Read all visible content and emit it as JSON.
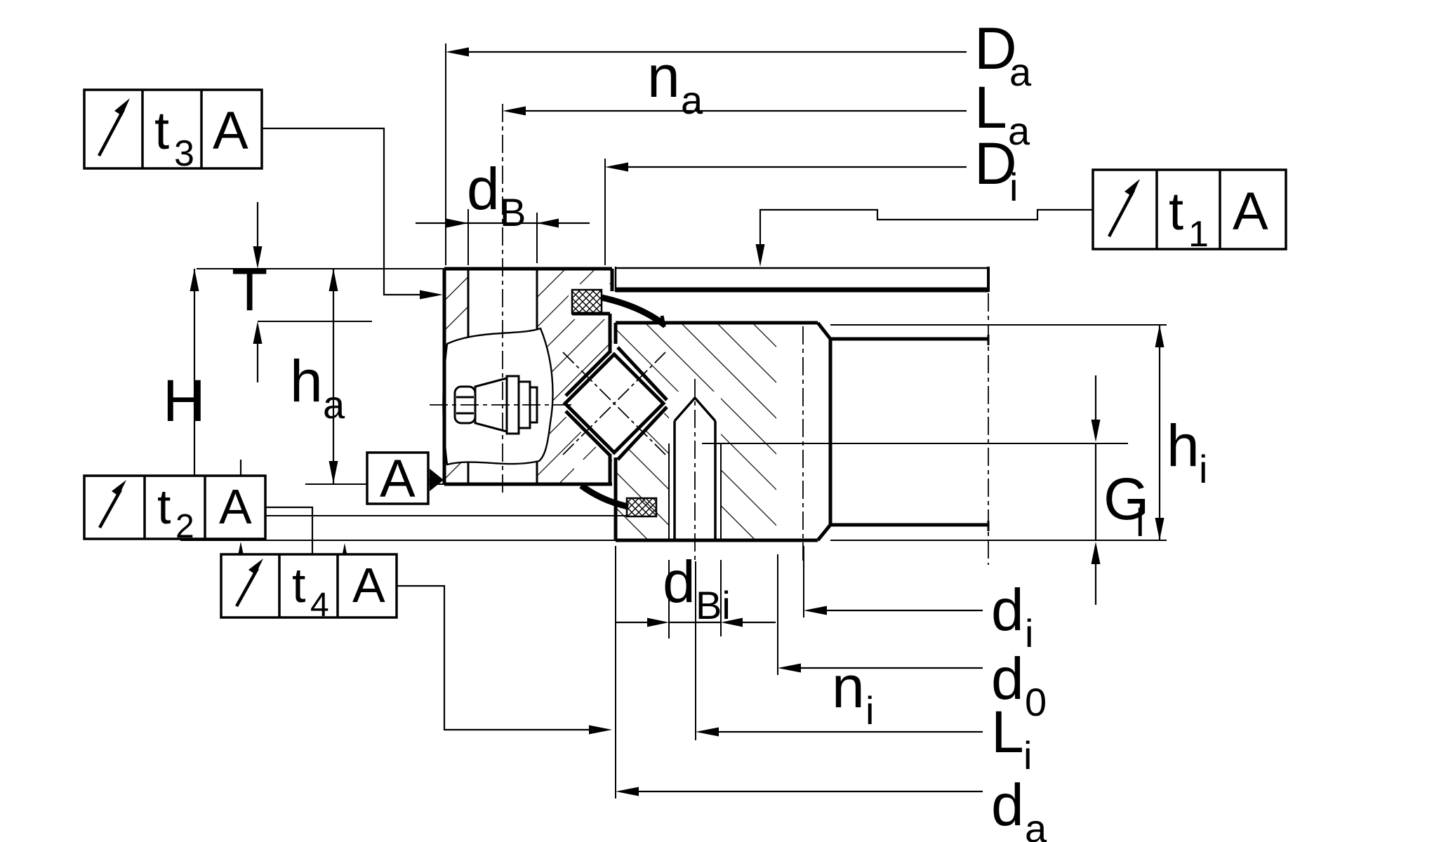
{
  "drawing": {
    "type": "bearing-cross-section",
    "ink_color": "#000000",
    "background_color": "#ffffff"
  },
  "labels": {
    "Da": {
      "main": "D",
      "sub": "a"
    },
    "na": {
      "main": "n",
      "sub": "a"
    },
    "La": {
      "main": "L",
      "sub": "a"
    },
    "Di": {
      "main": "D",
      "sub": "i"
    },
    "dB": {
      "main": "d",
      "sub": "B"
    },
    "T": {
      "main": "T",
      "sub": ""
    },
    "H": {
      "main": "H",
      "sub": ""
    },
    "ha": {
      "main": "h",
      "sub": "a"
    },
    "t": {
      "main": "t",
      "sub": ""
    },
    "dBi": {
      "main": "d",
      "sub": "Bi"
    },
    "di": {
      "main": "d",
      "sub": "i"
    },
    "d0": {
      "main": "d",
      "sub": "0"
    },
    "ni": {
      "main": "n",
      "sub": "i"
    },
    "Li": {
      "main": "L",
      "sub": "i"
    },
    "da": {
      "main": "d",
      "sub": "a"
    },
    "hi": {
      "main": "h",
      "sub": "i"
    },
    "Gl": {
      "main": "G",
      "sub": "l"
    }
  },
  "tolerance_frames": {
    "t1": {
      "symbol": "circular-runout",
      "tol": "t",
      "tol_sub": "1",
      "datum": "A"
    },
    "t2": {
      "symbol": "circular-runout",
      "tol": "t",
      "tol_sub": "2",
      "datum": "A"
    },
    "t3": {
      "symbol": "circular-runout",
      "tol": "t",
      "tol_sub": "3",
      "datum": "A"
    },
    "t4": {
      "symbol": "circular-runout",
      "tol": "t",
      "tol_sub": "4",
      "datum": "A"
    }
  },
  "section_marker": {
    "label": "A"
  }
}
